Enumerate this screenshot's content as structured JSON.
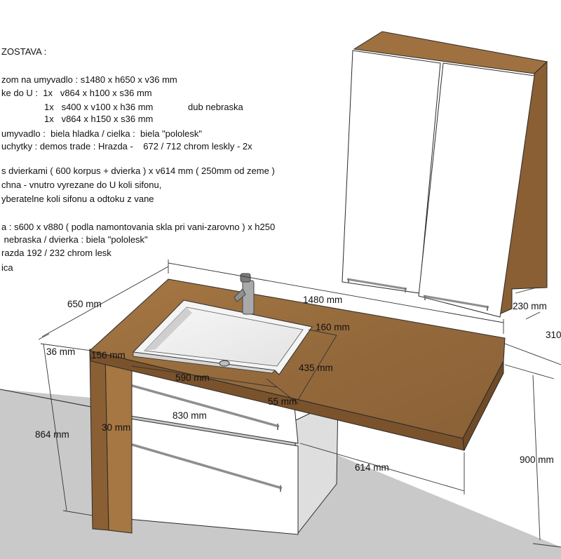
{
  "notes": {
    "title": "ZOSTAVA :",
    "line_01": "zom na umyvadlo : s1480 x h650 x v36 mm",
    "line_02": "ke do U :  1x   v864 x h100 x s36 mm",
    "line_03": "1x   s400 x v100 x h36 mm",
    "line_03_material": "dub nebraska",
    "line_04": "1x   v864 x h150 x s36 mm",
    "line_05": "umyvadlo :  biela hladka / cielka :  biela \"pololesk\"",
    "line_06": "uchytky : demos trade : Hrazda -    672 / 712 chrom leskly - 2x",
    "line_07": "s dvierkami ( 600 korpus + dvierka ) x v614 mm ( 250mm od zeme )",
    "line_08": "chna - vnutro vyrezane do U koli sifonu,",
    "line_09": "yberatelne koli sifonu a odtoku z vane",
    "line_10": "a : s600 x v880 ( podla namontovania skla pri vani-zarovno ) x h250",
    "line_11": " nebraska / dvierka : biela \"pololesk\"",
    "line_12": "razda 192 / 232 chrom lesk",
    "line_13": "ica"
  },
  "dimensions": {
    "depth_top": "650 mm",
    "width_top": "1480 mm",
    "cabinet_depth": "230 mm",
    "cabinet_height_cut": "310",
    "thickness": "36 mm",
    "side_offset": "156 mm",
    "basin_offset": "160 mm",
    "basin_width": "590 mm",
    "basin_depth": "435 mm",
    "basin_front": "55 mm",
    "handle_length": "830 mm",
    "handle_gap": "30 mm",
    "leg_height": "864 mm",
    "drawer_height": "614 mm",
    "total_height": "900 mm"
  },
  "colors": {
    "oak": "#9a6c3f",
    "oak_dark": "#6f4a27",
    "white_face": "#ffffff",
    "white_side": "#dcdcdc",
    "floor": "#c9c9c9",
    "chrome": "#9a9a9a"
  }
}
